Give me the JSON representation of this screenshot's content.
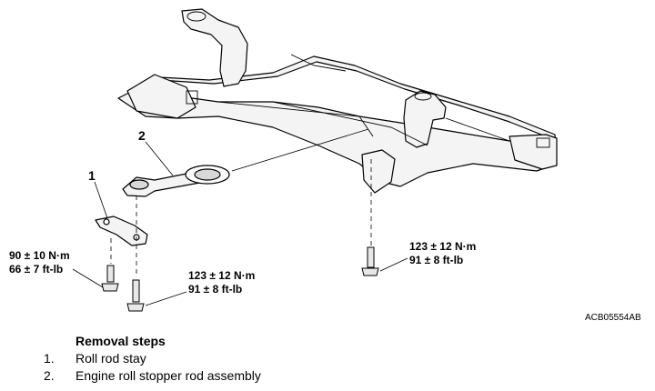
{
  "callouts": {
    "part_1": "1",
    "part_2": "2"
  },
  "torques": {
    "left_nm": "90 ± 10 N·m",
    "left_ftlb": "66 ± 7 ft-lb",
    "center_nm": "123 ± 12 N·m",
    "center_ftlb": "91 ± 8 ft-lb",
    "right_nm": "123 ± 12 N·m",
    "right_ftlb": "91 ± 8 ft-lb"
  },
  "figure_code": "ACB05554AB",
  "removal": {
    "title": "Removal steps",
    "steps": [
      {
        "num": "1.",
        "label": "Roll rod stay"
      },
      {
        "num": "2.",
        "label": "Engine roll stopper rod assembly"
      }
    ]
  }
}
